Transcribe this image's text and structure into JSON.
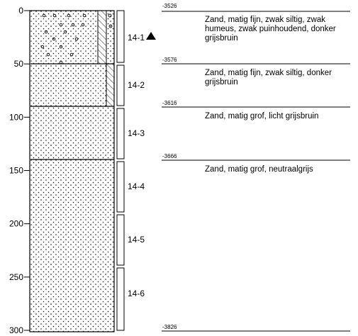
{
  "depth_axis": {
    "ticks": [
      "0",
      "50",
      "100",
      "150",
      "200",
      "250",
      "300"
    ]
  },
  "samples": [
    {
      "id": "14-1",
      "marker": "triangle"
    },
    {
      "id": "14-2"
    },
    {
      "id": "14-3"
    },
    {
      "id": "14-4"
    },
    {
      "id": "14-5"
    },
    {
      "id": "14-6"
    }
  ],
  "layers": [
    {
      "nap": "-3526",
      "description": "Zand, matig fijn, zwak siltig, zwak humeus, zwak puinhoudend, donker grijsbruin",
      "pattern": "sand-with-debris"
    },
    {
      "nap": "-3576",
      "description": "Zand, matig fijn, zwak siltig, donker grijsbruin",
      "pattern": "sand"
    },
    {
      "nap": "-3616",
      "description": "Zand, matig grof, licht grijsbruin",
      "pattern": "sand"
    },
    {
      "nap": "-3666",
      "description": "Zand, matig grof, neutraalgrijs",
      "pattern": "sand"
    }
  ],
  "bottom": {
    "nap": "-3826"
  }
}
